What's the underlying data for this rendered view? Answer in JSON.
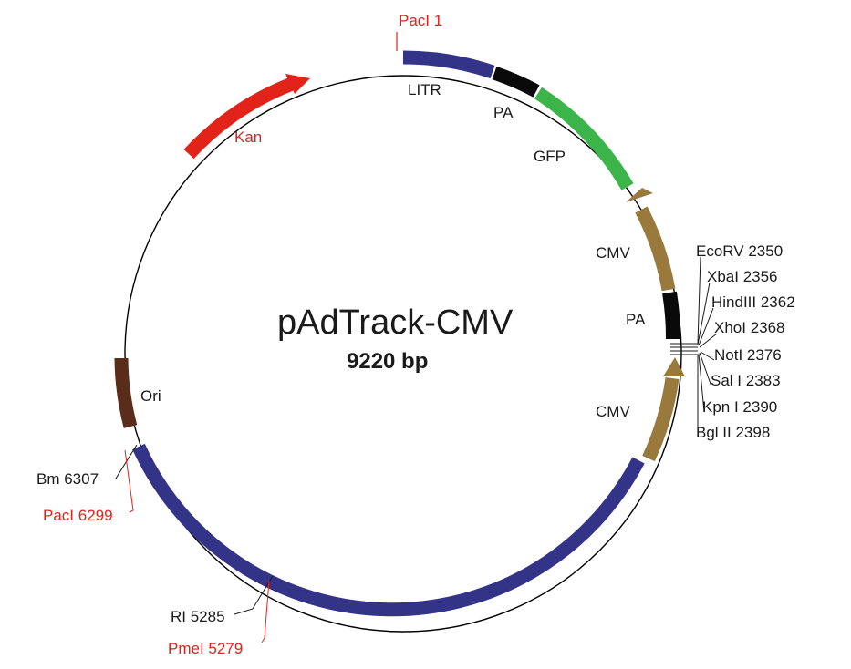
{
  "plasmid": {
    "name": "pAdTrack-CMV",
    "size": "9220 bp"
  },
  "colors": {
    "adeno": "#333388",
    "kan": "#e2231a",
    "gfp": "#3bb54a",
    "cmv": "#9a7a3c",
    "pa": "#0a0a0a",
    "ori": "#5a2d1a",
    "backbone": "#000000",
    "red_label": "#e2231a"
  },
  "features": {
    "litr": "LITR",
    "pa_top": "PA",
    "gfp": "GFP",
    "cmv_upper": "CMV",
    "pa_right": "PA",
    "cmv_lower": "CMV",
    "ori": "Ori",
    "kan": "Kan"
  },
  "sites": {
    "pacl_1": "PacI 1",
    "ecorv": "EcoRV 2350",
    "xbal": "XbaI 2356",
    "hindiii": "HindIII 2362",
    "xhol": "XhoI 2368",
    "notl": "NotI 2376",
    "sall": "Sal I 2383",
    "kpnl": "Kpn I 2390",
    "bglii": "Bgl II 2398",
    "bm": "Bm 6307",
    "pacl_6299": "PacI 6299",
    "ri": "RI 5285",
    "pmel": "PmeI 5279"
  }
}
